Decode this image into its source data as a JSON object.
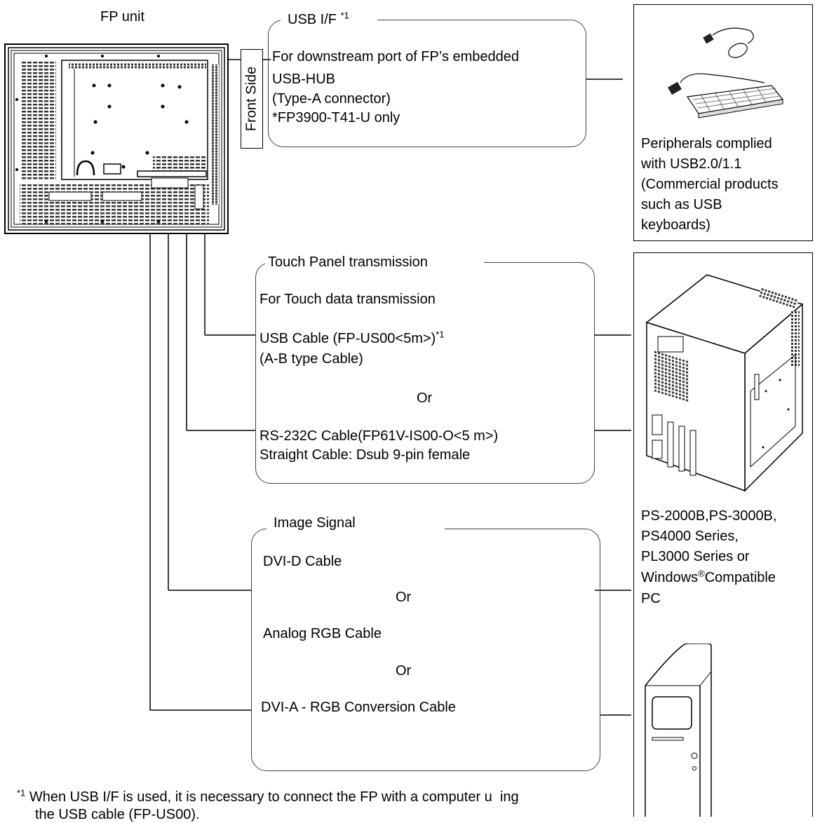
{
  "fp_unit": {
    "label": "FP unit",
    "front_side": "Front Side"
  },
  "usb_if": {
    "title": "USB I/F",
    "title_note": "*1",
    "lines": [
      "For downstream port of FP’s embedded",
      "USB-HUB",
      "(Type-A connector)",
      "*FP3900-T41-U only"
    ]
  },
  "peripherals": {
    "lines": [
      "Peripherals complied",
      "with USB2.0/1.1",
      "(Commercial products",
      "such as USB",
      "keyboards)"
    ]
  },
  "touch_panel": {
    "title": "Touch Panel transmission",
    "purpose": "For Touch data transmission",
    "usb_cable": "USB Cable (FP-US00<5m>)",
    "usb_cable_note": "*1",
    "usb_cable_type": "(A-B type Cable)",
    "or": "Or",
    "rs232_cable": "RS-232C Cable(FP61V-IS00-O<5 m>)",
    "rs232_detail": "Straight Cable: Dsub 9-pin female"
  },
  "image_signal": {
    "title": "Image Signal",
    "dvi_d": "DVI-D Cable",
    "or_1": "Or",
    "analog_rgb": "Analog RGB Cable",
    "or_2": "Or",
    "dvi_a": "DVI-A - RGB Conversion Cable"
  },
  "pc": {
    "line1": "PS-2000B,PS-3000B,",
    "line2": "PS4000 Series,",
    "line3": "PL3000 Series or",
    "line4_a": "Windows",
    "line4_reg": "®",
    "line4_b": "Compatible",
    "line5": "PC"
  },
  "footnote": {
    "mark": "*1",
    "text": "When USB I/F is used, it is necessary to connect the FP with a computer u  ing",
    "text2": "the USB cable (FP-US00)."
  }
}
